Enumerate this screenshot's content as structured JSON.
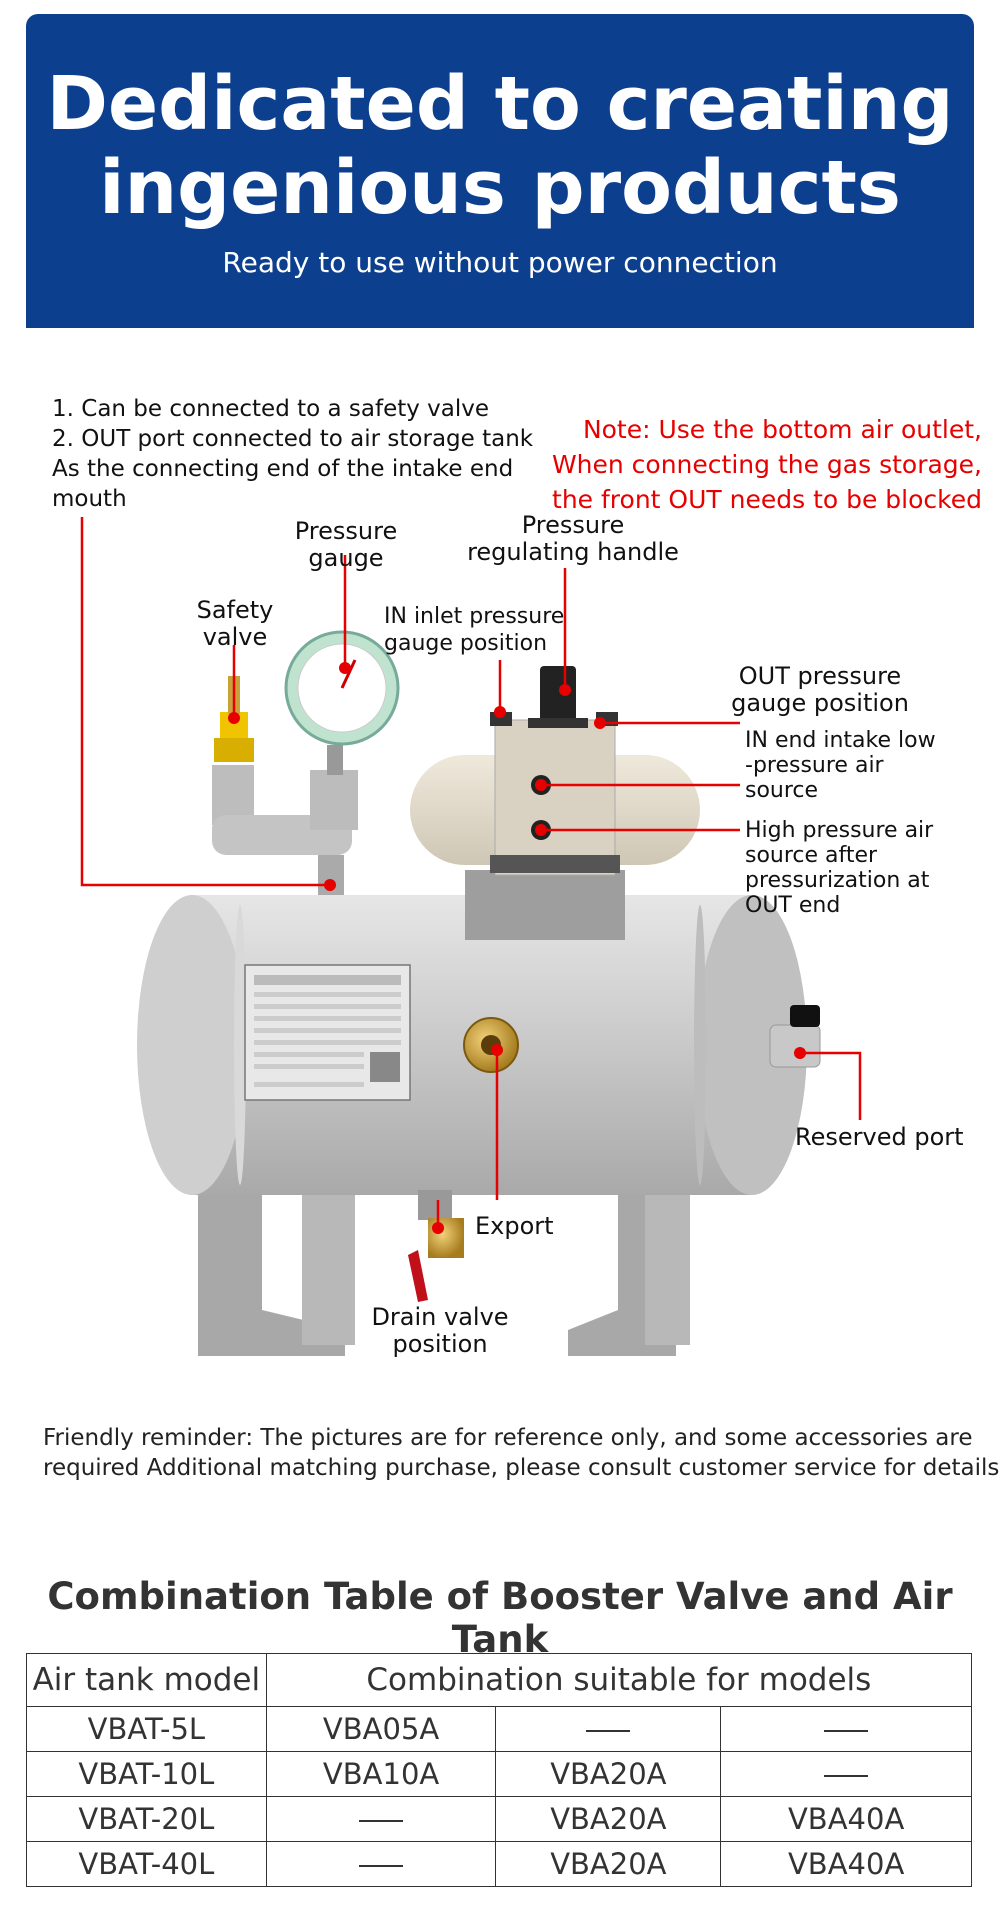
{
  "banner": {
    "title_line1": "Dedicated to creating",
    "title_line2": "ingenious products",
    "subtitle": "Ready to use without power connection"
  },
  "intro": {
    "line1": "1. Can be connected to a safety valve",
    "line2": "2. OUT port connected to air storage tank",
    "line3": "As the connecting end of the intake end",
    "line4": "mouth"
  },
  "note": {
    "line1": "Note: Use the bottom air outlet,",
    "line2": "When connecting the gas storage,",
    "line3": "the front OUT needs to be blocked"
  },
  "labels": {
    "pressure_gauge": [
      "Pressure",
      "gauge"
    ],
    "regulating_handle": [
      "Pressure",
      "regulating handle"
    ],
    "safety_valve": [
      "Safety",
      "valve"
    ],
    "in_gauge": [
      "IN inlet pressure",
      "gauge position"
    ],
    "out_gauge": [
      "OUT pressure",
      "gauge position"
    ],
    "in_intake": [
      "IN end intake low",
      "-pressure air",
      "source"
    ],
    "high_pressure": [
      "High pressure air",
      "source after",
      "pressurization at",
      "OUT end"
    ],
    "reserved_port": "Reserved port",
    "export": "Export",
    "drain_valve": [
      "Drain valve",
      "position"
    ]
  },
  "reminder": {
    "line1": "Friendly reminder: The pictures are for reference only, and some accessories are",
    "line2": "required Additional matching purchase, please consult customer service for details"
  },
  "table": {
    "title": "Combination Table of Booster Valve and Air Tank",
    "header_model": "Air tank model",
    "header_combo": "Combination suitable for models",
    "rows": [
      {
        "model": "VBAT-5L",
        "c1": "VBA05A",
        "c2": "—",
        "c3": "—"
      },
      {
        "model": "VBAT-10L",
        "c1": "VBA10A",
        "c2": "VBA20A",
        "c3": "—"
      },
      {
        "model": "VBAT-20L",
        "c1": "—",
        "c2": "VBA20A",
        "c3": "VBA40A"
      },
      {
        "model": "VBAT-40L",
        "c1": "—",
        "c2": "VBA20A",
        "c3": "VBA40A"
      }
    ]
  },
  "colors": {
    "banner": "#0d3f8f",
    "note_red": "#e60000",
    "leader_red": "#e60000",
    "tank_gray": "#c9c9c9"
  }
}
